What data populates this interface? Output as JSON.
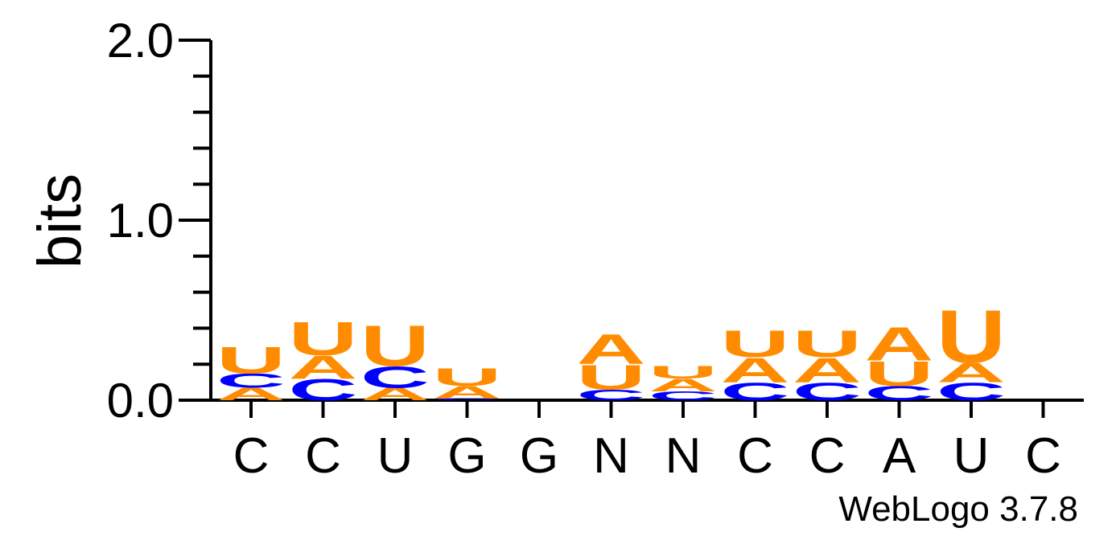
{
  "chart_data": {
    "type": "sequence-logo",
    "ylabel": "bits",
    "ylim": [
      0,
      2
    ],
    "yticks": [
      "0.0",
      "1.0",
      "2.0"
    ],
    "positions": [
      "C",
      "C",
      "U",
      "G",
      "G",
      "N",
      "N",
      "C",
      "C",
      "A",
      "U",
      "C"
    ],
    "stacks": [
      [
        {
          "letter": "A",
          "bits": 0.07
        },
        {
          "letter": "C",
          "bits": 0.08
        },
        {
          "letter": "U",
          "bits": 0.15
        }
      ],
      [
        {
          "letter": "C",
          "bits": 0.12
        },
        {
          "letter": "A",
          "bits": 0.13
        },
        {
          "letter": "U",
          "bits": 0.19
        }
      ],
      [
        {
          "letter": "A",
          "bits": 0.07
        },
        {
          "letter": "C",
          "bits": 0.12
        },
        {
          "letter": "U",
          "bits": 0.23
        }
      ],
      [
        {
          "letter": "C",
          "bits": 0.01
        },
        {
          "letter": "A",
          "bits": 0.07
        },
        {
          "letter": "U",
          "bits": 0.1
        }
      ],
      [],
      [
        {
          "letter": "C",
          "bits": 0.06
        },
        {
          "letter": "U",
          "bits": 0.14
        },
        {
          "letter": "A",
          "bits": 0.17
        }
      ],
      [
        {
          "letter": "C",
          "bits": 0.05
        },
        {
          "letter": "A",
          "bits": 0.07
        },
        {
          "letter": "U",
          "bits": 0.07
        }
      ],
      [
        {
          "letter": "C",
          "bits": 0.1
        },
        {
          "letter": "A",
          "bits": 0.14
        },
        {
          "letter": "U",
          "bits": 0.15
        }
      ],
      [
        {
          "letter": "C",
          "bits": 0.1
        },
        {
          "letter": "A",
          "bits": 0.14
        },
        {
          "letter": "U",
          "bits": 0.15
        }
      ],
      [
        {
          "letter": "C",
          "bits": 0.08
        },
        {
          "letter": "U",
          "bits": 0.14
        },
        {
          "letter": "A",
          "bits": 0.19
        }
      ],
      [
        {
          "letter": "C",
          "bits": 0.1
        },
        {
          "letter": "A",
          "bits": 0.11
        },
        {
          "letter": "U",
          "bits": 0.3
        }
      ],
      []
    ],
    "colors": {
      "A": "#ff8c00",
      "U": "#ff8c00",
      "C": "#0000ff",
      "G": "#0000ff"
    },
    "footer": "WebLogo 3.7.8"
  }
}
